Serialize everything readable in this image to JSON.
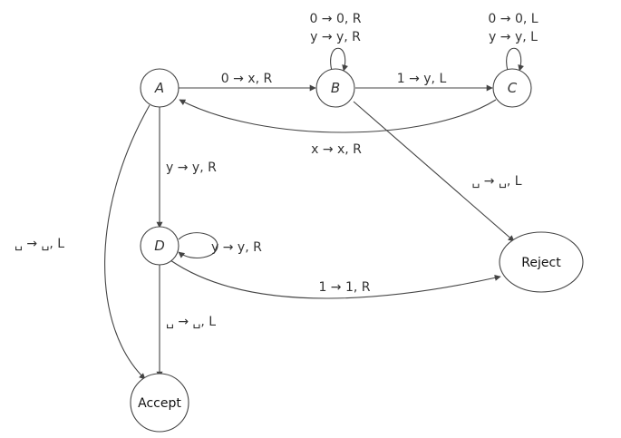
{
  "states": {
    "A": "A",
    "B": "B",
    "C": "C",
    "D": "D",
    "accept": "Accept",
    "reject": "Reject"
  },
  "transitions": {
    "a_to_b": "0 → x, R",
    "b_to_c": "1 → y, L",
    "c_to_a": "x → x, R",
    "a_to_d": "y → y, R",
    "a_to_accept": "␣ → ␣, L",
    "b_to_reject": "␣ → ␣, L",
    "d_self": "y → y, R",
    "d_to_accept": "␣ → ␣, L",
    "d_to_reject": "1 → 1, R",
    "b_self": [
      "0 → 0, R",
      "y → y, R"
    ],
    "c_self": [
      "0 → 0, L",
      "y → y, L"
    ]
  }
}
